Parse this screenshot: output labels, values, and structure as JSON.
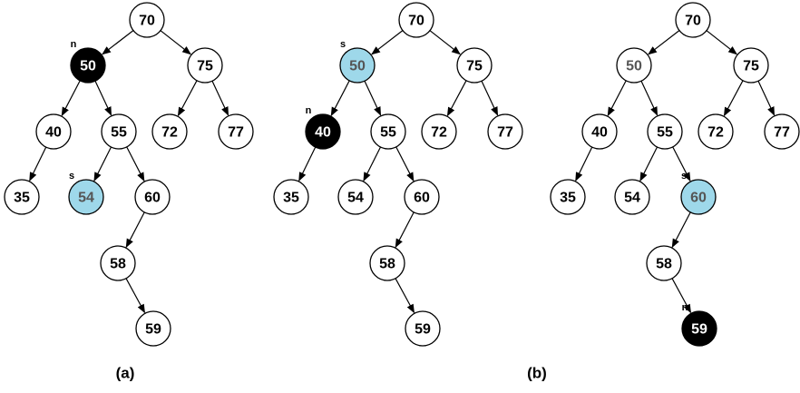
{
  "colors": {
    "normal_fill": "#ffffff",
    "highlight_fill": "#9ed8ea",
    "current_fill": "#000000",
    "text": "#000000",
    "text_on_dark": "#ffffff",
    "muted_text": "#555555"
  },
  "captions": [
    "(a)",
    "(b)"
  ],
  "trees": [
    {
      "id": "tree-a",
      "nodes": [
        {
          "key": "70"
        },
        {
          "key": "50",
          "state": "current",
          "tag": "n"
        },
        {
          "key": "75"
        },
        {
          "key": "40"
        },
        {
          "key": "55"
        },
        {
          "key": "72"
        },
        {
          "key": "77"
        },
        {
          "key": "35"
        },
        {
          "key": "54",
          "state": "highlight",
          "tag": "s"
        },
        {
          "key": "60"
        },
        {
          "key": "58"
        },
        {
          "key": "59"
        }
      ]
    },
    {
      "id": "tree-b",
      "nodes": [
        {
          "key": "70"
        },
        {
          "key": "50",
          "state": "highlight",
          "tag": "s"
        },
        {
          "key": "75"
        },
        {
          "key": "40",
          "state": "current",
          "tag": "n"
        },
        {
          "key": "55"
        },
        {
          "key": "72"
        },
        {
          "key": "77"
        },
        {
          "key": "35"
        },
        {
          "key": "54"
        },
        {
          "key": "60"
        },
        {
          "key": "58"
        },
        {
          "key": "59"
        }
      ]
    },
    {
      "id": "tree-c",
      "nodes": [
        {
          "key": "70"
        },
        {
          "key": "50",
          "state": "muted"
        },
        {
          "key": "75"
        },
        {
          "key": "40"
        },
        {
          "key": "55"
        },
        {
          "key": "72"
        },
        {
          "key": "77"
        },
        {
          "key": "35"
        },
        {
          "key": "54"
        },
        {
          "key": "60",
          "state": "highlight",
          "tag": "s"
        },
        {
          "key": "58"
        },
        {
          "key": "59",
          "state": "current",
          "tag": "n"
        }
      ]
    }
  ]
}
